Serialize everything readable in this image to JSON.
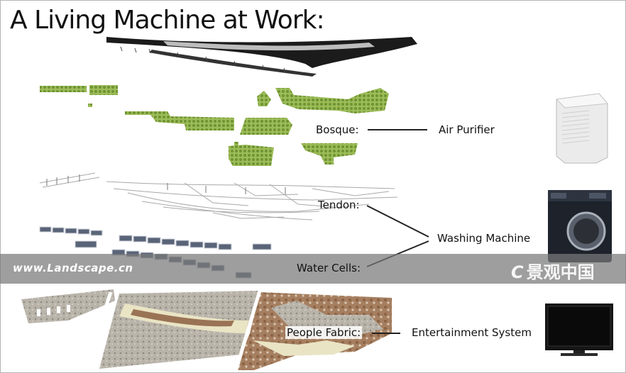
{
  "title": "A Living Machine at Work:",
  "labels": {
    "bosque": "Bosque:",
    "air_purifier": "Air Purifier",
    "tendon": "Tendon:",
    "washing_machine": "Washing Machine",
    "water_cells": "Water Cells:",
    "people_fabric": "People Fabric:",
    "entertainment_system": "Entertainment System"
  },
  "watermark": {
    "url": "www.Landscape.cn",
    "logo_mark": "C",
    "logo_text": "景观中国"
  },
  "colors": {
    "foliage": "#8fb04a",
    "foliage_dark": "#5d7d27",
    "water_cell": "#5a6478",
    "ribbon": "#1a1a1a",
    "paving_brown": "#9a7355",
    "paving_sand": "#e9e4c4",
    "band_gray": "#7f7f7f"
  }
}
